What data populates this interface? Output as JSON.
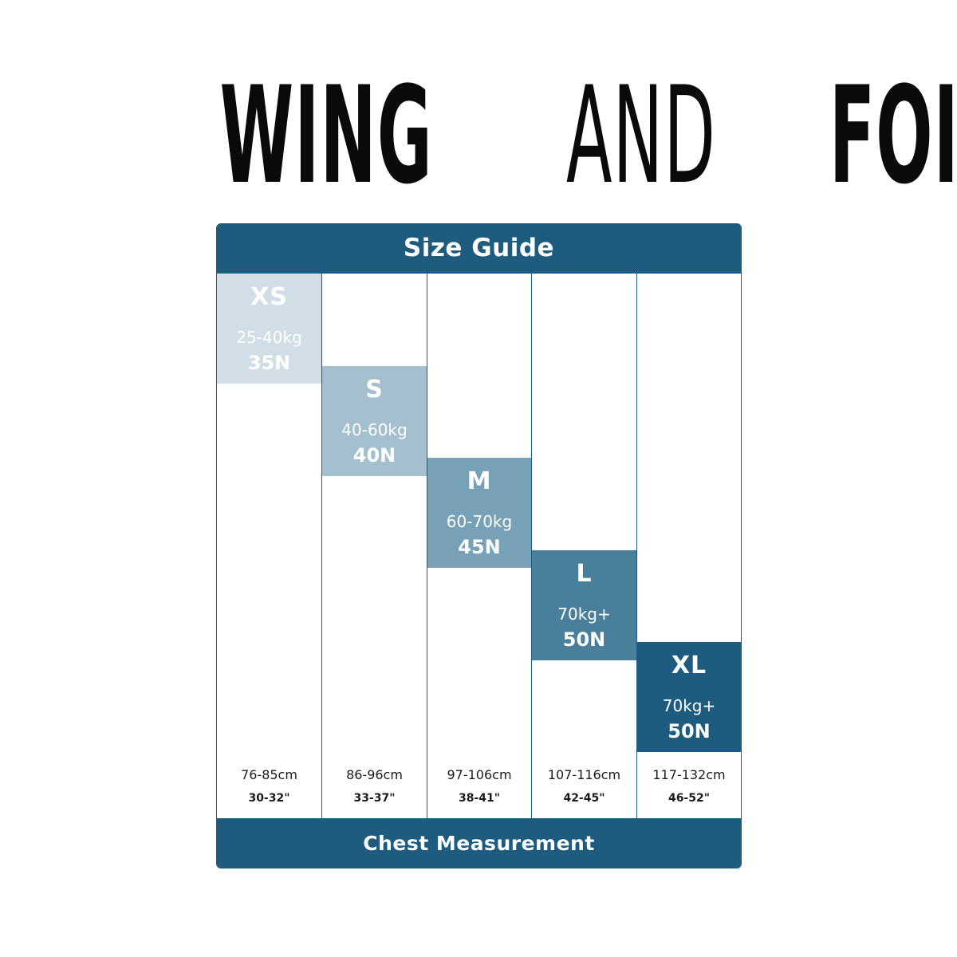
{
  "brand": {
    "word1": "WING",
    "word2": "AND",
    "word3": "FOIL"
  },
  "guide": {
    "title": "Size Guide",
    "footer": "Chest Measurement",
    "sizes": [
      {
        "label": "XS",
        "weight": "25-40kg",
        "buoyancy": "35N",
        "chest_cm": "76-85cm",
        "chest_in": "30-32\"",
        "color": "#d2dee5",
        "step": 0
      },
      {
        "label": "S",
        "weight": "40-60kg",
        "buoyancy": "40N",
        "chest_cm": "86-96cm",
        "chest_in": "33-37\"",
        "color": "#a4c0cf",
        "step": 1
      },
      {
        "label": "M",
        "weight": "60-70kg",
        "buoyancy": "45N",
        "chest_cm": "97-106cm",
        "chest_in": "38-41\"",
        "color": "#77a1b6",
        "step": 2
      },
      {
        "label": "L",
        "weight": "70kg+",
        "buoyancy": "50N",
        "chest_cm": "107-116cm",
        "chest_in": "42-45\"",
        "color": "#4a7f9c",
        "step": 3
      },
      {
        "label": "XL",
        "weight": "70kg+",
        "buoyancy": "50N",
        "chest_cm": "117-132cm",
        "chest_in": "46-52\"",
        "color": "#1d5b7f",
        "step": 4
      }
    ],
    "colors": {
      "header": "#1d5b7f",
      "footer": "#1d5b7f"
    }
  }
}
